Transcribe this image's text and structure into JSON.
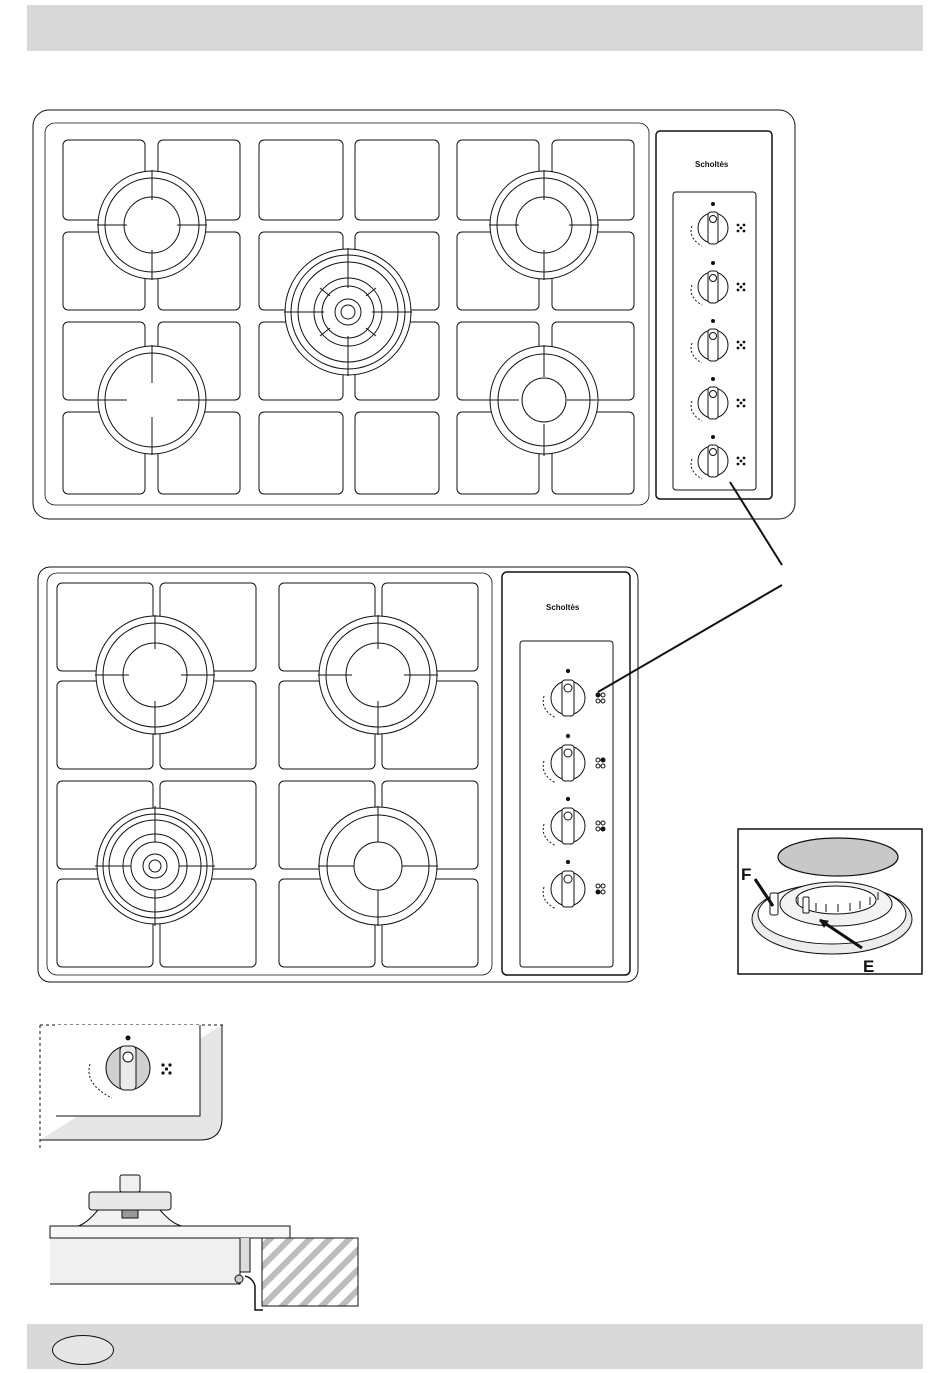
{
  "hob_large": {
    "brand": "Scholtès",
    "burner_count": 5,
    "knob_count": 5
  },
  "hob_small": {
    "brand": "Scholtès",
    "burner_count": 4,
    "knob_count": 4
  },
  "burner_detail": {
    "labels": [
      "F",
      "E"
    ]
  },
  "icons": [
    "gas-burner-icon",
    "control-knob-icon",
    "flame-symbol-icon",
    "burner-position-icon"
  ]
}
